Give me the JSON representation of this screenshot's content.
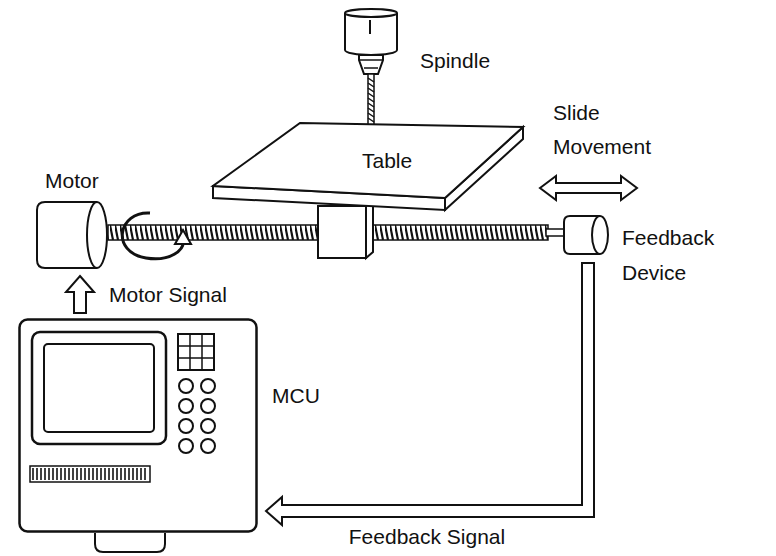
{
  "diagram": {
    "nodes": [
      {
        "text": [
          "Spindle"
        ]
      },
      {
        "text": [
          "Table"
        ]
      },
      {
        "text": [
          "Motor"
        ]
      },
      {
        "text": [
          "Feedback Device"
        ]
      },
      {
        "text": [
          "MCU"
        ]
      }
    ],
    "edges": [
      {
        "from": 4,
        "to": 2,
        "arrow": "to",
        "label": "Motor Signal"
      },
      {
        "from": 3,
        "to": 4,
        "arrow": "to",
        "label": "Feedback Signal"
      }
    ],
    "labels": [
      "Slide Movement"
    ]
  }
}
